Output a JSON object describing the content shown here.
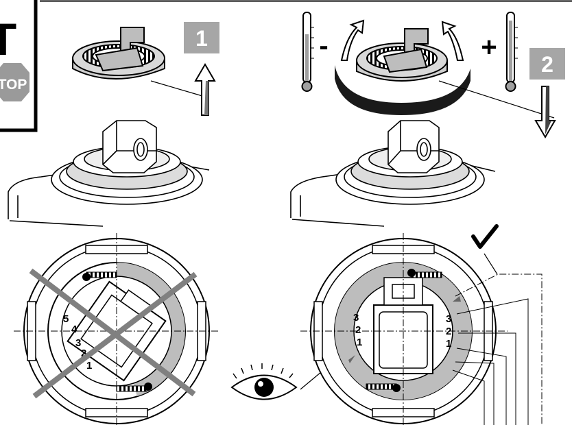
{
  "title_fragment": "T",
  "stop_sign": "TOP",
  "steps": [
    {
      "number": "1"
    },
    {
      "number": "2"
    }
  ],
  "temperature": {
    "minus": "-",
    "plus": "+"
  },
  "correct_mark": "✓",
  "left_dial": {
    "scale_numbers": [
      "5",
      "4",
      "3",
      "2",
      "1"
    ],
    "status": "incorrect"
  },
  "right_dial": {
    "scale_numbers": [
      "3",
      "2",
      "1",
      "3",
      "2",
      "1"
    ],
    "status": "correct"
  },
  "colors": {
    "step_badge": "#a6a6a6",
    "cross": "#808080",
    "line": "#000000",
    "shading": "#bdbdbd"
  },
  "icons": [
    "thermometer-icon",
    "rotate-arrows-icon",
    "up-arrow-icon",
    "down-arrow-icon",
    "eye-icon",
    "stop-sign-icon",
    "checkmark-icon"
  ]
}
